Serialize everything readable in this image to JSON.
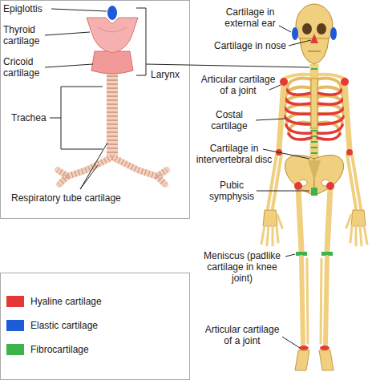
{
  "diagram": {
    "labels": [
      "Epiglottis",
      "Thyroid cartilage",
      "Cricoid cartilage",
      "Larynx",
      "Trachea",
      "Respiratory tube cartilage",
      "Cartilage in external ear",
      "Cartilage in nose",
      "Articular cartilage of a joint",
      "Costal cartilage",
      "Cartilage in intervertebral disc",
      "Pubic symphysis",
      "Meniscus (padlike cartilage in knee joint)",
      "Articular cartilage of a joint"
    ],
    "legend": [
      {
        "text": "Hyaline cartilage",
        "color": "#e53935"
      },
      {
        "text": "Elastic cartilage",
        "color": "#1e5bd8"
      },
      {
        "text": "Fibrocartilage",
        "color": "#3cb44b"
      }
    ]
  }
}
